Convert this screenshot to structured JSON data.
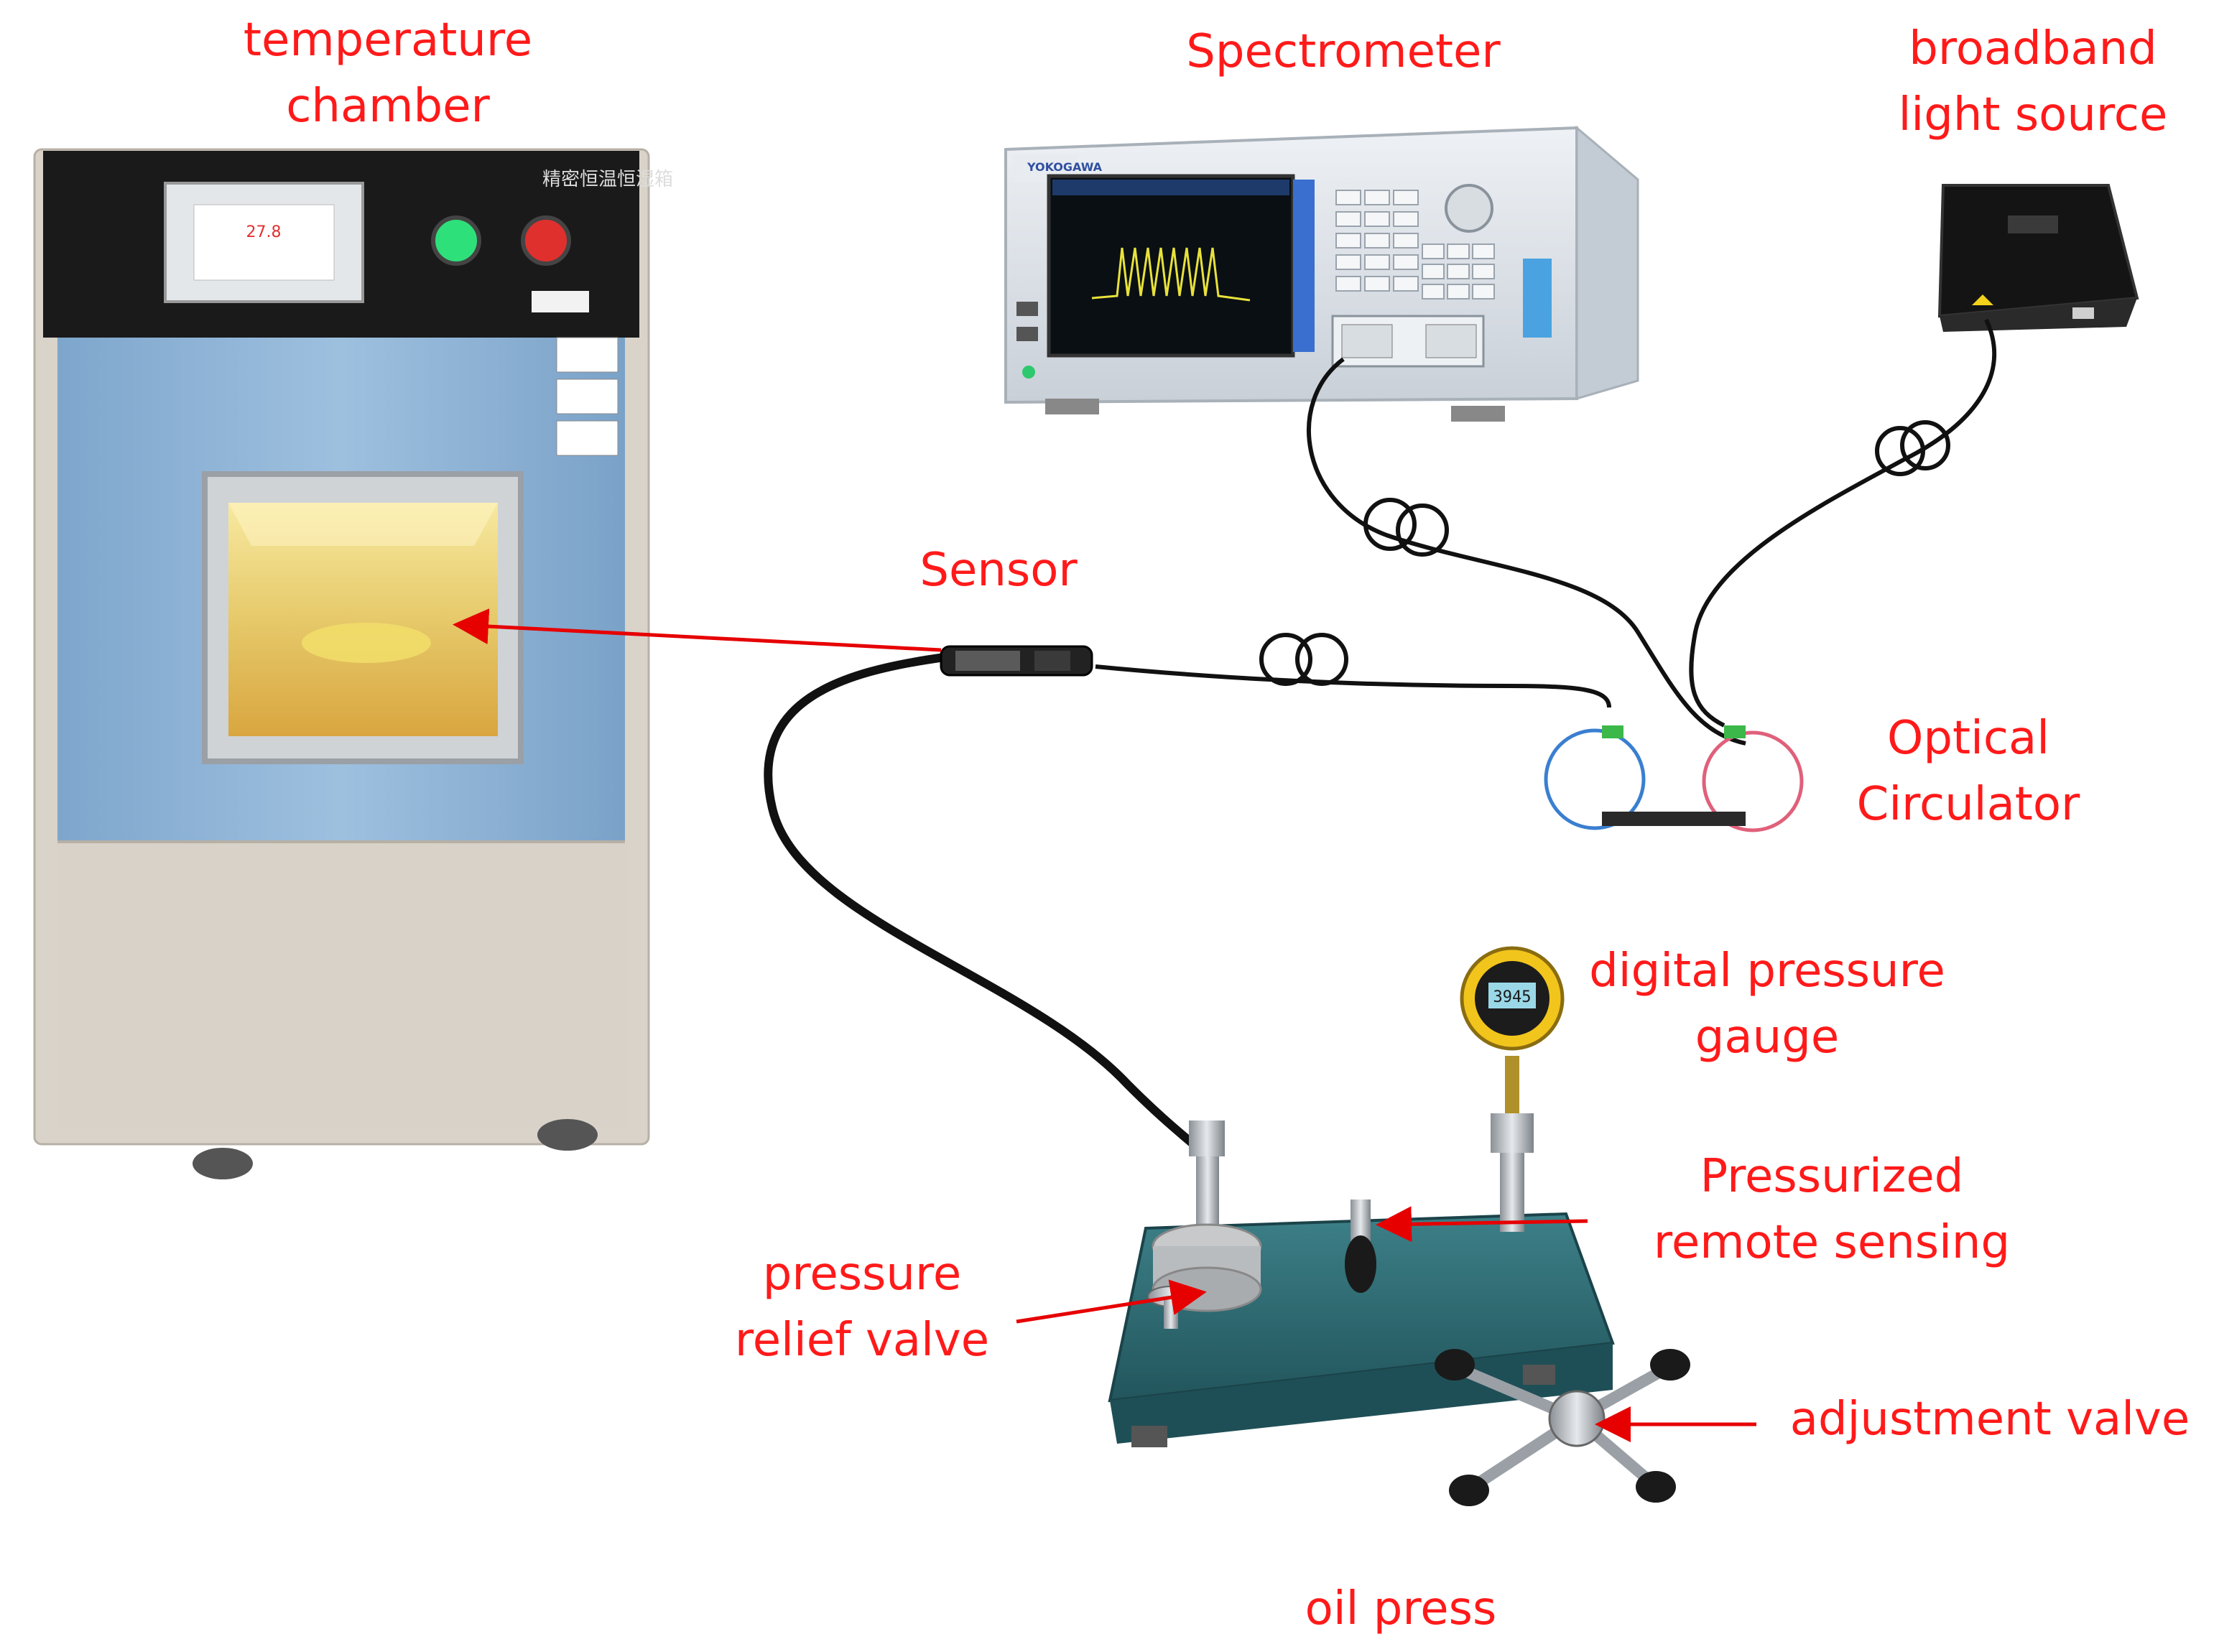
{
  "labels": {
    "temperature_chamber": [
      "temperature",
      "chamber"
    ],
    "spectrometer": "Spectrometer",
    "broadband_light_source": [
      "broadband",
      "light source"
    ],
    "sensor": "Sensor",
    "optical_circulator": [
      "Optical",
      "Circulator"
    ],
    "digital_pressure_gauge": [
      "digital pressure",
      "gauge"
    ],
    "pressurized_remote_sensing": [
      "Pressurized",
      "remote sensing"
    ],
    "pressure_relief_valve": [
      "pressure",
      "relief valve"
    ],
    "adjustment_valve": "adjustment valve",
    "oil_press": "oil press"
  },
  "device_text": {
    "chamber_brand": "精密恒温恒湿箱",
    "chamber_display_value": "27.8",
    "gauge_display_value": "3945",
    "spectrometer_brand": "YOKOGAWA"
  },
  "colors": {
    "label": "#ff1a1a",
    "arrow": "#e60000",
    "fiber": "#111111",
    "chamber_blue": "#8fb4d6",
    "chamber_base": "#d8d2c8",
    "press_body": "#2f6b73",
    "spectrometer_body": "#dfe4ea",
    "osa_trace": "#e8e23a"
  }
}
